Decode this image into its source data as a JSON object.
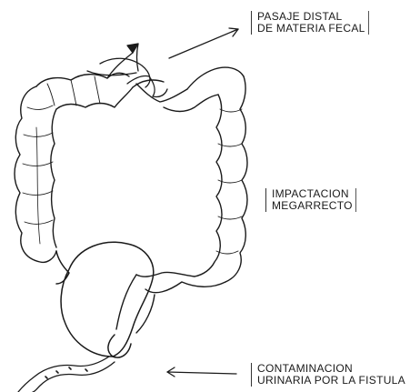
{
  "labels": {
    "distal_passage": {
      "line1": "PASAJE DISTAL",
      "line2": "DE MATERIA FECAL"
    },
    "impaction": {
      "line1": "IMPACTACION",
      "line2": "MEGARRECTO"
    },
    "contamination": {
      "line1": "CONTAMINACION",
      "line2": "URINARIA POR LA FISTULA"
    }
  },
  "colors": {
    "ink": "#1a1a1a",
    "paper": "#ffffff"
  }
}
